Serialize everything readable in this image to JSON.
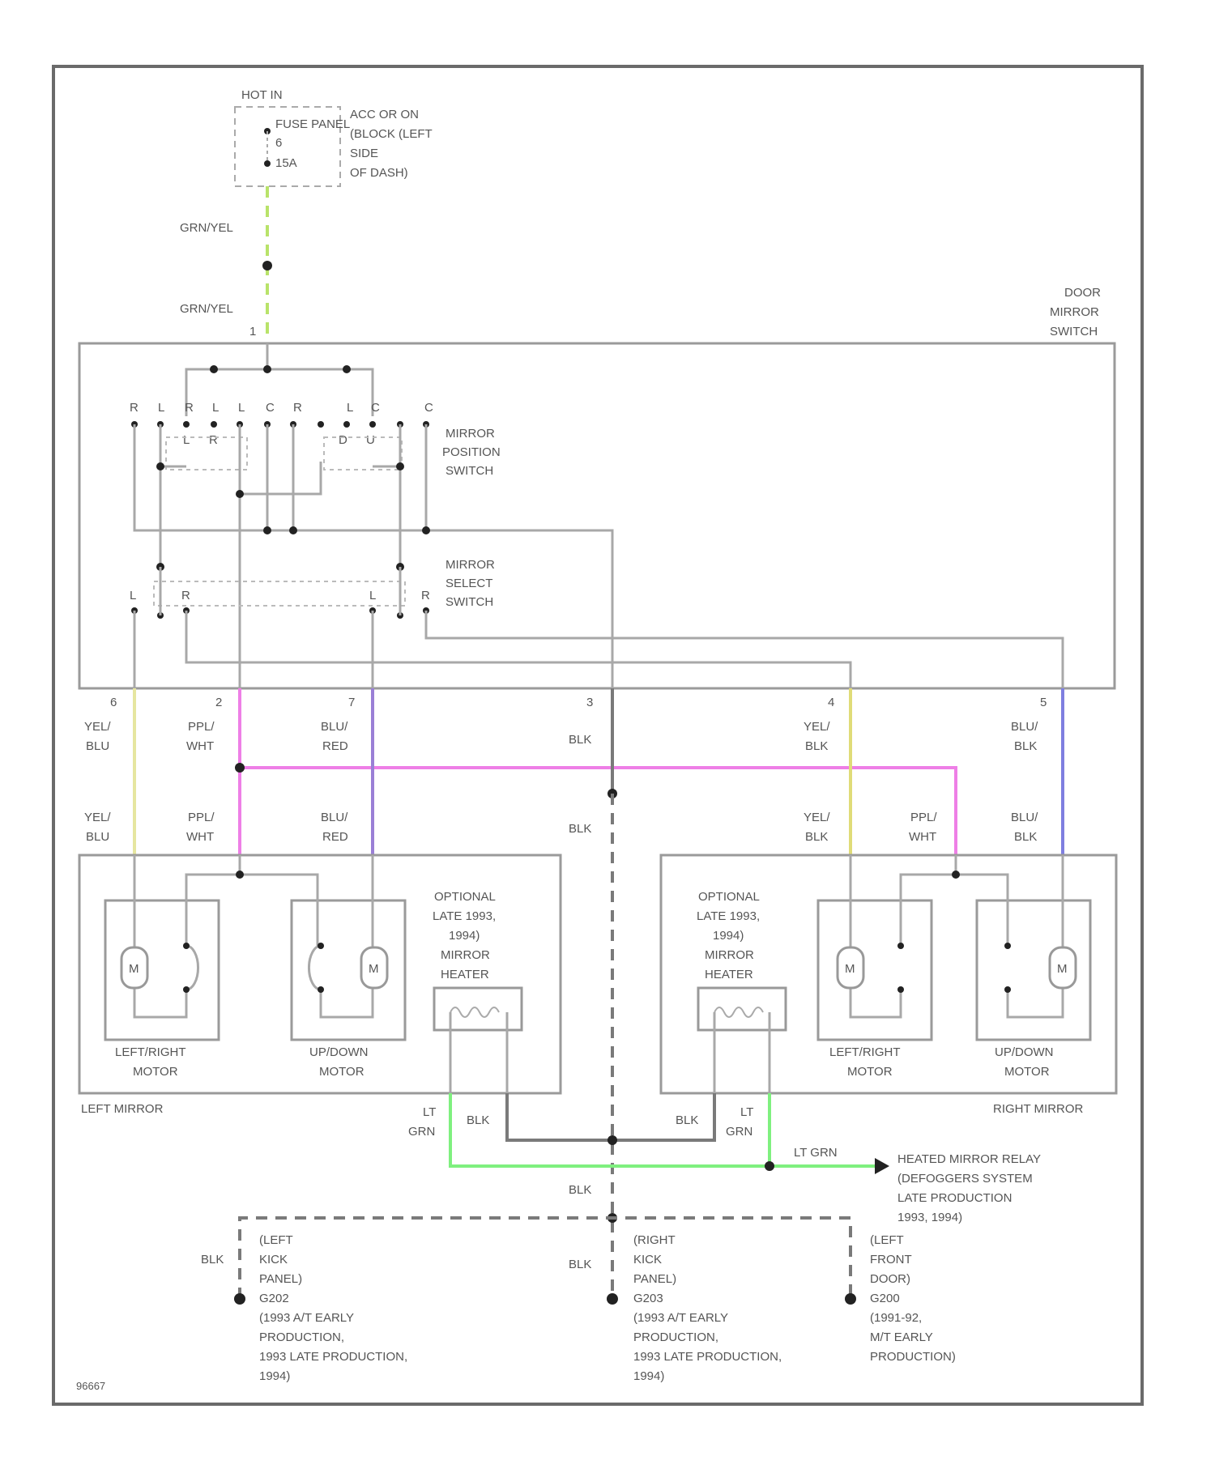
{
  "colors": {
    "frame": "#6a6a6a",
    "box": "#9a9a9a",
    "wire_default": "#a8a8a8",
    "wire_blk": "#7a7a7a",
    "wire_grn_yel": "#b9e36a",
    "wire_yel_blu": "#e6e6a0",
    "wire_ppl_wht": "#ee7fe6",
    "wire_blu_red": "#9a7fd6",
    "wire_yel_blk": "#e0dc78",
    "wire_blu_blk": "#7f7fe0",
    "wire_lt_grn": "#7ff07f"
  },
  "power": {
    "hot_in": "HOT IN",
    "fuse_lines": [
      "FUSE PANEL",
      "6",
      "15A"
    ],
    "location_lines": [
      "ACC OR ON",
      "(BLOCK (LEFT",
      "SIDE",
      "OF DASH)"
    ]
  },
  "wires": {
    "grn_yel_1": "GRN/YEL",
    "grn_yel_2": "GRN/YEL",
    "yel_blu_top": [
      "YEL/",
      "BLU"
    ],
    "ppl_wht_top": [
      "PPL/",
      "WHT"
    ],
    "blu_red_top": [
      "BLU/",
      "RED"
    ],
    "blk_top": "BLK",
    "yel_blk_top": [
      "YEL/",
      "BLK"
    ],
    "blu_blk_top": [
      "BLU/",
      "BLK"
    ],
    "yel_blu_bottom": [
      "YEL/",
      "BLU"
    ],
    "ppl_wht_bottom": [
      "PPL/",
      "WHT"
    ],
    "blu_red_bottom": [
      "BLU/",
      "RED"
    ],
    "blk_mid": "BLK",
    "yel_blk_bottom": [
      "YEL/",
      "BLK"
    ],
    "ppl_wht_right": [
      "PPL/",
      "WHT"
    ],
    "blu_blk_bottom": [
      "BLU/",
      "BLK"
    ],
    "lt_grn_left": [
      "LT",
      "GRN"
    ],
    "blk_left": "BLK",
    "blk_right": "BLK",
    "lt_grn_right": [
      "LT",
      "GRN"
    ],
    "lt_grn_relay": "LT GRN",
    "blk_low": "BLK",
    "blk_ground_left": "BLK",
    "blk_ground_mid": "BLK"
  },
  "switch": {
    "title": [
      "DOOR",
      "MIRROR",
      "SWITCH"
    ],
    "position_label": [
      "MIRROR",
      "POSITION",
      "SWITCH"
    ],
    "select_label": [
      "MIRROR",
      "SELECT",
      "SWITCH"
    ],
    "top_letters": [
      "R",
      "L",
      "R",
      "L",
      "L",
      "C",
      "R",
      "L",
      "C",
      "C"
    ],
    "contact_letters": [
      "L",
      "R",
      "D",
      "U"
    ],
    "select_letters": [
      "L",
      "R",
      "L",
      "R"
    ],
    "pins": [
      "6",
      "2",
      "7",
      "3",
      "4",
      "5"
    ],
    "top_pin": "1"
  },
  "left_mirror": {
    "label": "LEFT MIRROR",
    "heater_label": [
      "OPTIONAL",
      "LATE 1993,",
      "1994)",
      "MIRROR",
      "HEATER"
    ],
    "motor1": [
      "LEFT/RIGHT",
      "MOTOR"
    ],
    "motor2": [
      "UP/DOWN",
      "MOTOR"
    ],
    "motor_symbol": "M"
  },
  "right_mirror": {
    "label": "RIGHT MIRROR",
    "heater_label": [
      "OPTIONAL",
      "LATE 1993,",
      "1994)",
      "MIRROR",
      "HEATER"
    ],
    "motor1": [
      "LEFT/RIGHT",
      "MOTOR"
    ],
    "motor2": [
      "UP/DOWN",
      "MOTOR"
    ],
    "motor_symbol": "M"
  },
  "relay_note": [
    "HEATED MIRROR RELAY",
    "(DEFOGGERS SYSTEM",
    "LATE PRODUCTION",
    "1993, 1994)"
  ],
  "grounds": [
    [
      "(LEFT",
      "KICK",
      "PANEL)",
      "G202",
      "(1993 A/T EARLY",
      "PRODUCTION,",
      "1993 LATE PRODUCTION,",
      "1994)"
    ],
    [
      "(RIGHT",
      "KICK",
      "PANEL)",
      "G203",
      "(1993 A/T EARLY",
      "PRODUCTION,",
      "1993 LATE PRODUCTION,",
      "1994)"
    ],
    [
      "(LEFT",
      "FRONT",
      "DOOR)",
      "G200",
      "(1991-92,",
      "M/T EARLY",
      "PRODUCTION)"
    ]
  ],
  "figure_id": "96667"
}
